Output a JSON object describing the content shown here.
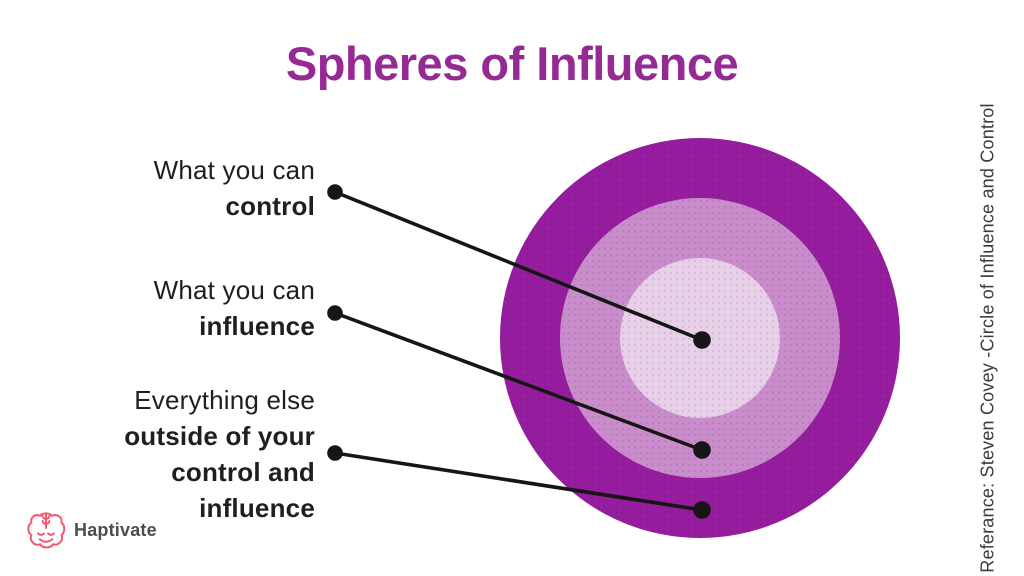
{
  "title": {
    "text": "Spheres of Influence",
    "color": "#952a95"
  },
  "annotations": [
    {
      "lines": [
        {
          "text": "What you can",
          "bold": false
        },
        {
          "text": "control",
          "bold": true
        }
      ]
    },
    {
      "lines": [
        {
          "text": "What you can",
          "bold": false
        },
        {
          "text": "influence",
          "bold": true
        }
      ]
    },
    {
      "lines": [
        {
          "text": "Everything else",
          "bold": false
        },
        {
          "text": "outside of your",
          "bold": true
        },
        {
          "text": "control and",
          "bold": true
        },
        {
          "text": "influence",
          "bold": true
        }
      ]
    }
  ],
  "diagram": {
    "rings": [
      {
        "name": "outer-ring",
        "color": "#951d9e"
      },
      {
        "name": "middle-ring",
        "color": "#c88dca"
      },
      {
        "name": "inner-ring",
        "color": "#e7d0e8"
      }
    ],
    "connector_color": "#161616"
  },
  "reference": {
    "text": "Referance: Steven Covey -Circle of Influence and Control"
  },
  "logo": {
    "brand": "Haptivate",
    "icon_color": "#f05a70",
    "text_color": "#4d4d4d"
  }
}
